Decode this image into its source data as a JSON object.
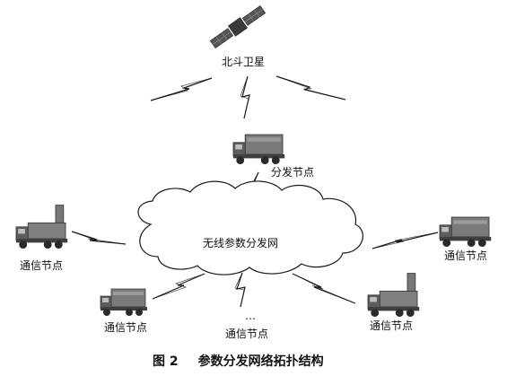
{
  "nodes": {
    "satellite": "北斗卫星",
    "distribution": "分发节点",
    "cloud": "无线参数分发网",
    "comm_left": "通信节点",
    "comm_right": "通信节点",
    "comm_bottom_left": "通信节点",
    "comm_bottom_center": "通信节点",
    "comm_bottom_right": "通信节点",
    "ellipsis": "…"
  },
  "caption": {
    "number": "图 2",
    "title": "参数分发网络拓扑结构"
  },
  "colors": {
    "stroke": "#1a1a1a",
    "vehicle_body": "#6f6f6f",
    "vehicle_dark": "#3a3a3a",
    "satellite_panel": "#555555"
  }
}
